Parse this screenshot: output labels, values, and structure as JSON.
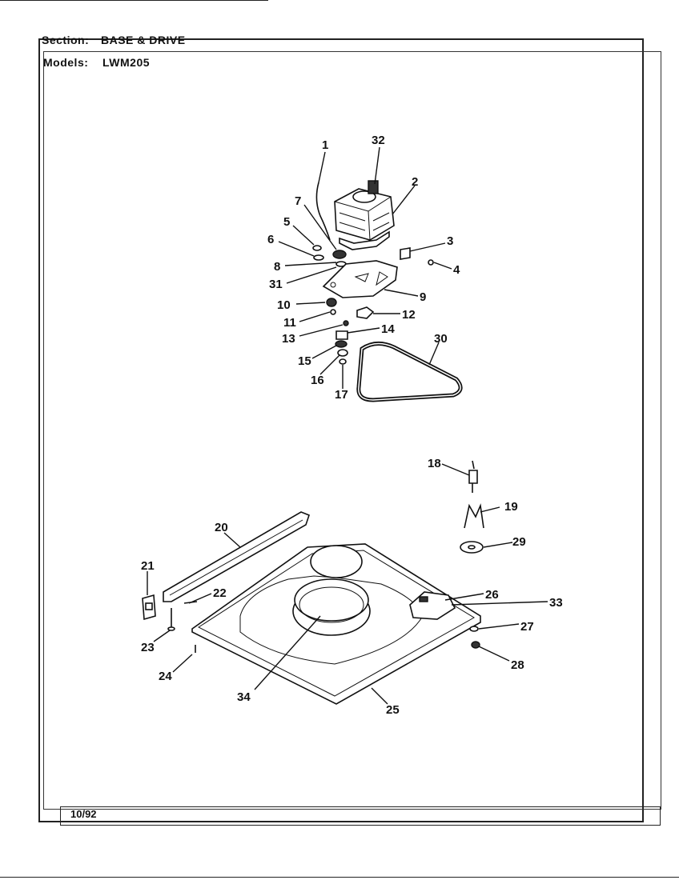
{
  "header": {
    "section_label": "Section:",
    "section_value": "BASE & DRIVE",
    "models_label": "Models:",
    "models_value": "LWM205"
  },
  "footer": {
    "date": "10/92"
  },
  "callouts": [
    {
      "id": "1",
      "text": "1"
    },
    {
      "id": "2",
      "text": "2"
    },
    {
      "id": "3",
      "text": "3"
    },
    {
      "id": "4",
      "text": "4"
    },
    {
      "id": "5",
      "text": "5"
    },
    {
      "id": "6",
      "text": "6"
    },
    {
      "id": "7",
      "text": "7"
    },
    {
      "id": "8",
      "text": "8"
    },
    {
      "id": "9",
      "text": "9"
    },
    {
      "id": "10",
      "text": "10"
    },
    {
      "id": "11",
      "text": "11"
    },
    {
      "id": "12",
      "text": "12"
    },
    {
      "id": "13",
      "text": "13"
    },
    {
      "id": "14",
      "text": "14"
    },
    {
      "id": "15",
      "text": "15"
    },
    {
      "id": "16",
      "text": "16"
    },
    {
      "id": "17",
      "text": "17"
    },
    {
      "id": "18",
      "text": "18"
    },
    {
      "id": "19",
      "text": "19"
    },
    {
      "id": "20",
      "text": "20"
    },
    {
      "id": "21",
      "text": "21"
    },
    {
      "id": "22",
      "text": "22"
    },
    {
      "id": "23",
      "text": "23"
    },
    {
      "id": "24",
      "text": "24"
    },
    {
      "id": "25",
      "text": "25"
    },
    {
      "id": "26",
      "text": "26"
    },
    {
      "id": "27",
      "text": "27"
    },
    {
      "id": "28",
      "text": "28"
    },
    {
      "id": "29",
      "text": "29"
    },
    {
      "id": "30",
      "text": "30"
    },
    {
      "id": "31",
      "text": "31"
    },
    {
      "id": "32",
      "text": "32"
    },
    {
      "id": "33",
      "text": "33"
    },
    {
      "id": "34",
      "text": "34"
    }
  ]
}
